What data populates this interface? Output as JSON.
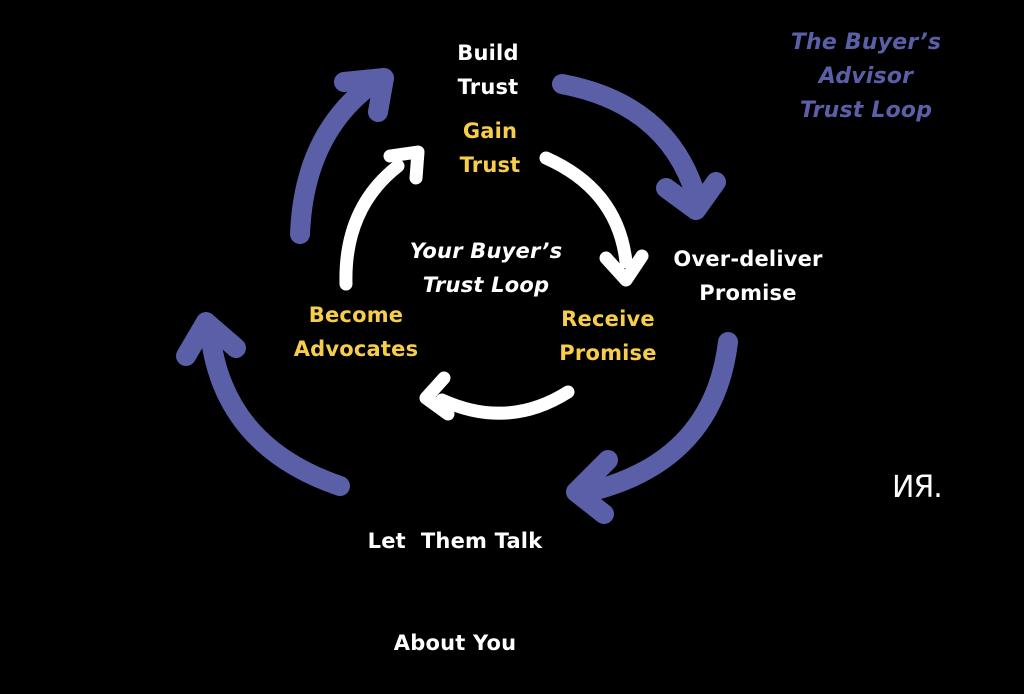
{
  "colors": {
    "background": "#000000",
    "outer_arrows": "#5a5fa8",
    "inner_arrows": "#ffffff",
    "outer_text": "#ffffff",
    "inner_text": "#f6ce4b",
    "title_text": "#5a5fa8"
  },
  "title": [
    "The Buyer’s",
    "Advisor",
    "Trust Loop"
  ],
  "center_title": [
    "Your Buyer’s",
    "Trust Loop"
  ],
  "outer_loop": {
    "build_trust": [
      "Build",
      "Trust"
    ],
    "over_deliver": [
      "Over-deliver",
      "Promise"
    ],
    "let_them_talk": [
      "Let  Them Talk",
      "About You"
    ]
  },
  "inner_loop": {
    "gain_trust": [
      "Gain",
      "Trust"
    ],
    "receive_promise": [
      "Receive",
      "Promise"
    ],
    "become_advocates": [
      "Become",
      "Advocates"
    ]
  },
  "logo": "ИЯ."
}
